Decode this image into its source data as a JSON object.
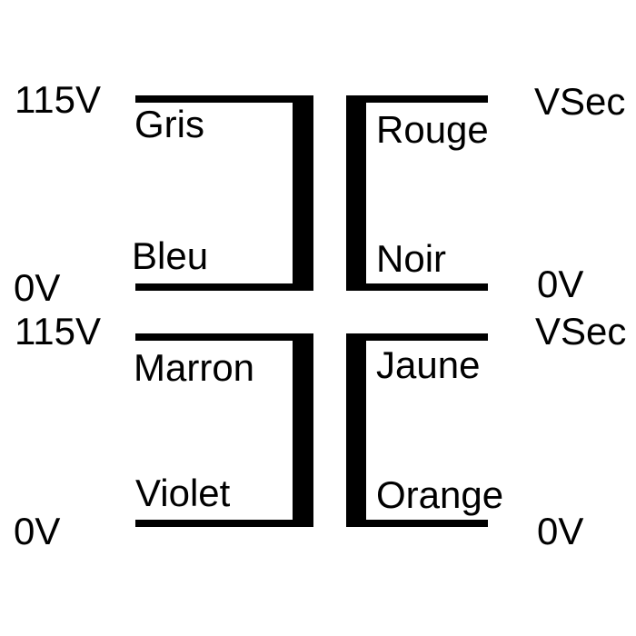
{
  "colors": {
    "ink": "#000000",
    "background": "#ffffff"
  },
  "windings": [
    {
      "name": "primary-top",
      "terminal_top_label": "115V",
      "terminal_bottom_label": "0V",
      "wire_top_label": "Gris",
      "wire_bottom_label": "Bleu"
    },
    {
      "name": "secondary-top",
      "terminal_top_label": "VSec",
      "terminal_bottom_label": "0V",
      "wire_top_label": "Rouge",
      "wire_bottom_label": "Noir"
    },
    {
      "name": "primary-bottom",
      "terminal_top_label": "115V",
      "terminal_bottom_label": "0V",
      "wire_top_label": "Marron",
      "wire_bottom_label": "Violet"
    },
    {
      "name": "secondary-bottom",
      "terminal_top_label": "VSec",
      "terminal_bottom_label": "0V",
      "wire_top_label": "Jaune",
      "wire_bottom_label": "Orange"
    }
  ]
}
